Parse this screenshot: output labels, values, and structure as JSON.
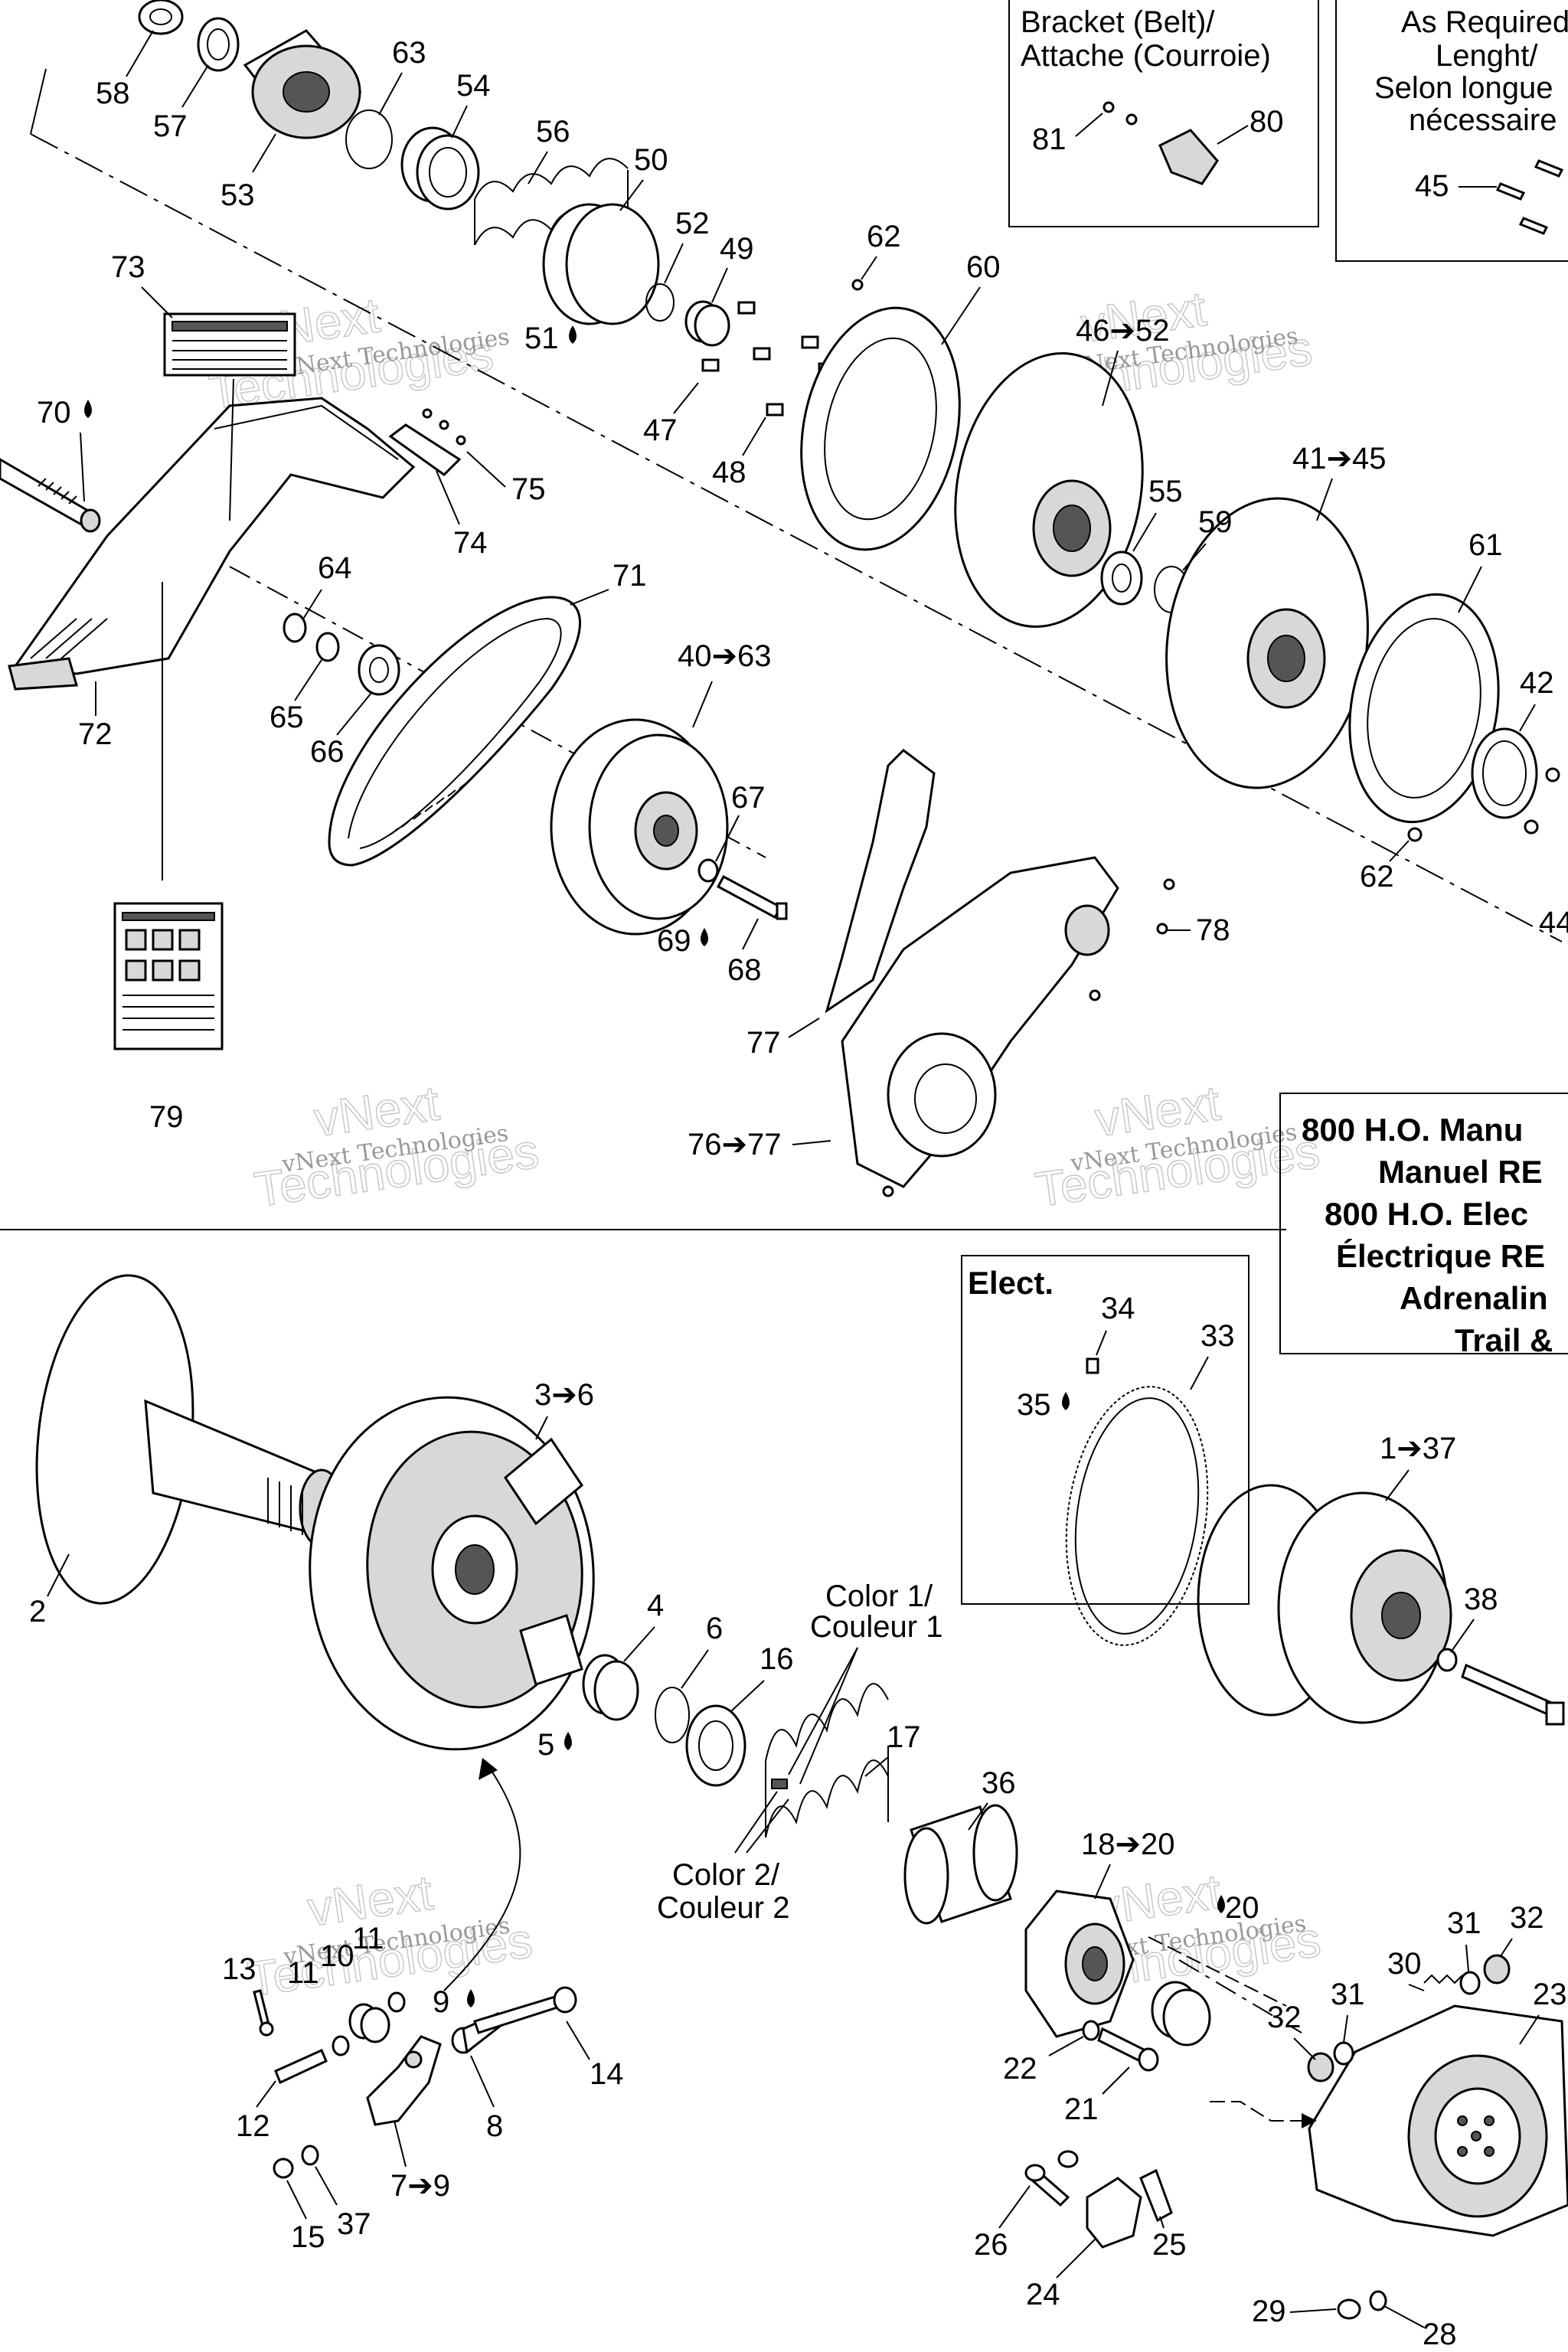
{
  "top_section": {
    "callouts": {
      "c58": "58",
      "c57": "57",
      "c53": "53",
      "c63": "63",
      "c54": "54",
      "c56": "56",
      "c50": "50",
      "c52": "52",
      "c49": "49",
      "c51": "51",
      "c47": "47",
      "c48": "48",
      "c62a": "62",
      "c60": "60",
      "c46_52": "46➔52",
      "c73": "73",
      "c70": "70",
      "c74": "74",
      "c75": "75",
      "c64": "64",
      "c65": "65",
      "c66": "66",
      "c72": "72",
      "c71": "71",
      "c40_63": "40➔63",
      "c67": "67",
      "c69": "69",
      "c68": "68",
      "c55": "55",
      "c59": "59",
      "c41_45": "41➔45",
      "c61": "61",
      "c42": "42",
      "c62b": "62",
      "c44": "44",
      "c78": "78",
      "c77": "77",
      "c76_77": "76➔77",
      "c79": "79",
      "c81": "81",
      "c80": "80",
      "c45": "45"
    },
    "bracket_box": {
      "line1": "Bracket (Belt)/",
      "line2": "Attache (Courroie)"
    },
    "length_box": {
      "line1": "As Required",
      "line2": "Lenght/",
      "line3": "Selon longue",
      "line4": "nécessaire"
    },
    "model_box": {
      "line1": "800 H.O. Manu",
      "line2": "Manuel RE",
      "line3": "800 H.O. Elec",
      "line4": "Électrique RE",
      "line5": "Adrenalin",
      "line6": "Trail &"
    }
  },
  "bottom_section": {
    "elect_box": {
      "title": "Elect.",
      "c34": "34",
      "c33": "33",
      "c35": "35"
    },
    "color_labels": {
      "color1_line1": "Color 1/",
      "color1_line2": "Couleur 1",
      "color2_line1": "Color 2/",
      "color2_line2": "Couleur 2"
    },
    "callouts": {
      "c2": "2",
      "c3_6": "3➔6",
      "c4": "4",
      "c5": "5",
      "c6": "6",
      "c16": "16",
      "c17": "17",
      "c36": "36",
      "c1_37": "1➔37",
      "c38": "38",
      "c18_20": "18➔20",
      "c20": "20",
      "c13": "13",
      "c11a": "11",
      "c10": "10",
      "c11b": "11",
      "c9": "9",
      "c14": "14",
      "c12": "12",
      "c8": "8",
      "c7_9": "7➔9",
      "c15": "15",
      "c37": "37",
      "c22": "22",
      "c21": "21",
      "c31a": "31",
      "c32a": "32",
      "c30": "30",
      "c31b": "31",
      "c32b": "32",
      "c23": "23",
      "c26": "26",
      "c25": "25",
      "c24": "24",
      "c29": "29",
      "c28": "28"
    }
  },
  "watermark": {
    "company": "vNext Technologies",
    "word1": "vNext",
    "word2": "Technologies"
  }
}
